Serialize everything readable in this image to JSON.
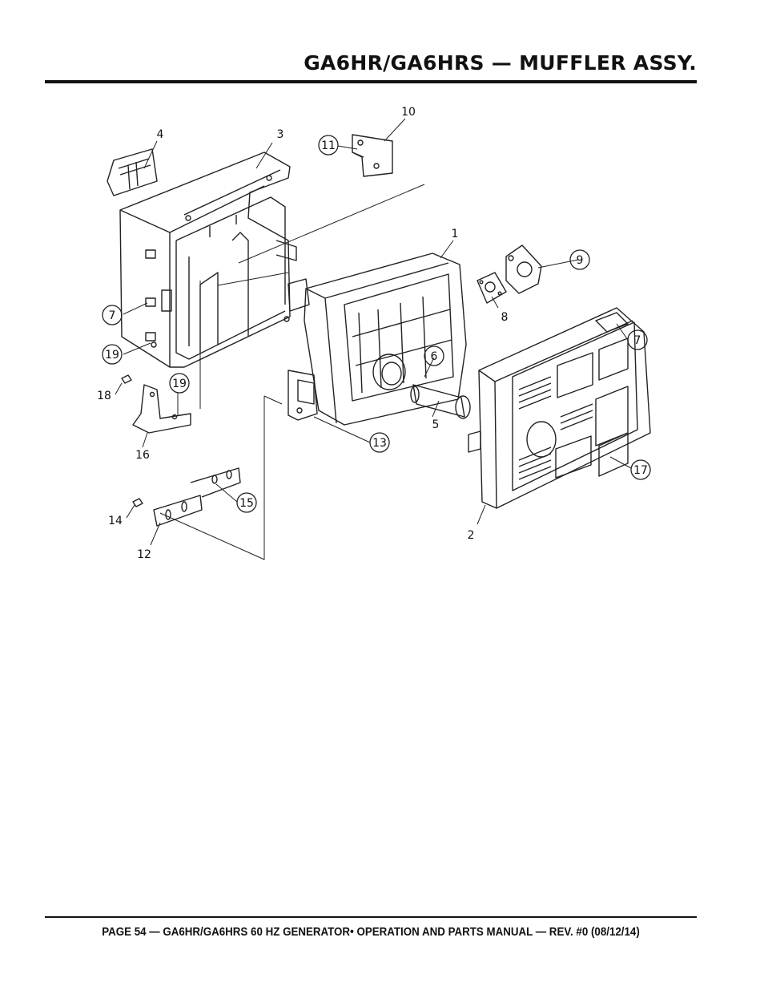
{
  "header": {
    "title": "GA6HR/GA6HRS — MUFFLER ASSY."
  },
  "diagram": {
    "callouts": [
      "1",
      "2",
      "3",
      "4",
      "5",
      "6",
      "7",
      "7",
      "8",
      "9",
      "10",
      "11",
      "12",
      "13",
      "14",
      "15",
      "16",
      "17",
      "18",
      "19",
      "19"
    ]
  },
  "footer": {
    "text": "PAGE 54 — GA6HR/GA6HRS 60 HZ GENERATOR• OPERATION AND PARTS MANUAL — REV. #0 (08/12/14)"
  }
}
